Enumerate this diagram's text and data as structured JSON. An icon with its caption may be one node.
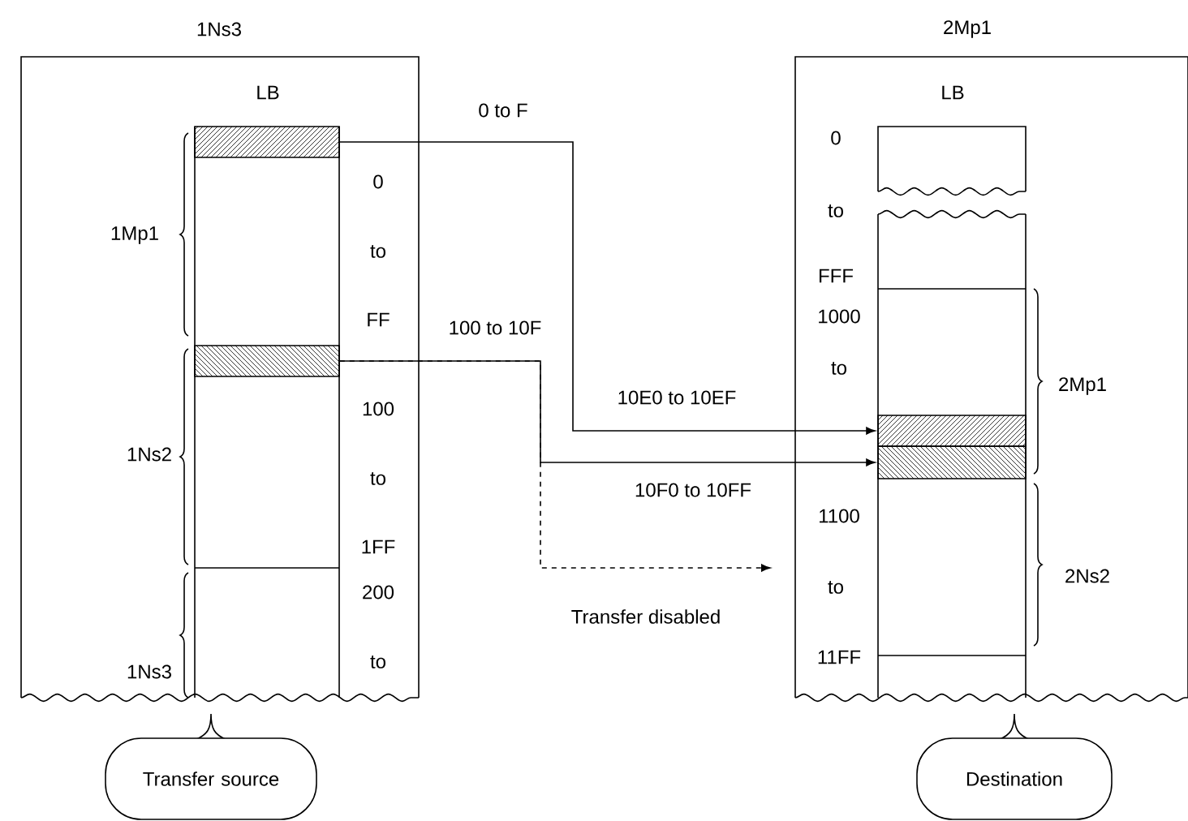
{
  "diagram": {
    "nodes": [
      {
        "text": [
          "1Ns3"
        ]
      },
      {
        "text": [
          "LB"
        ],
        "in": 0
      },
      {
        "text": [],
        "shape": "bar",
        "in": 1
      },
      {
        "text": [],
        "shape": "bar",
        "in": 1
      },
      {
        "text": [
          "2Mp1"
        ]
      },
      {
        "text": [
          "LB"
        ],
        "in": 4
      },
      {
        "text": [],
        "shape": "bar",
        "in": 5
      },
      {
        "text": [],
        "shape": "bar",
        "in": 5
      },
      {
        "text": [
          "Transfer source"
        ]
      },
      {
        "text": [
          "Destination"
        ]
      }
    ],
    "edges": [
      {
        "from": 2,
        "to": 6,
        "arrow": "to",
        "label": "0 to F"
      },
      {
        "from": 3,
        "to": 7,
        "arrow": "to",
        "label": "100 to 10F"
      },
      {
        "from": 3,
        "to": null,
        "arrow": "to",
        "label": "Transfer disabled",
        "style": "dashed"
      }
    ],
    "labels": [
      "1Mp1",
      "0",
      "to",
      "FF",
      "1Ns2",
      "100",
      "to",
      "1FF",
      "200",
      "1Ns3",
      "to",
      "0",
      "to",
      "FFF",
      "1000",
      "to",
      "2Mp1",
      "10E0 to 10EF",
      "10F0 to 10FF",
      "1100",
      "to",
      "2Ns2",
      "11FF"
    ]
  }
}
